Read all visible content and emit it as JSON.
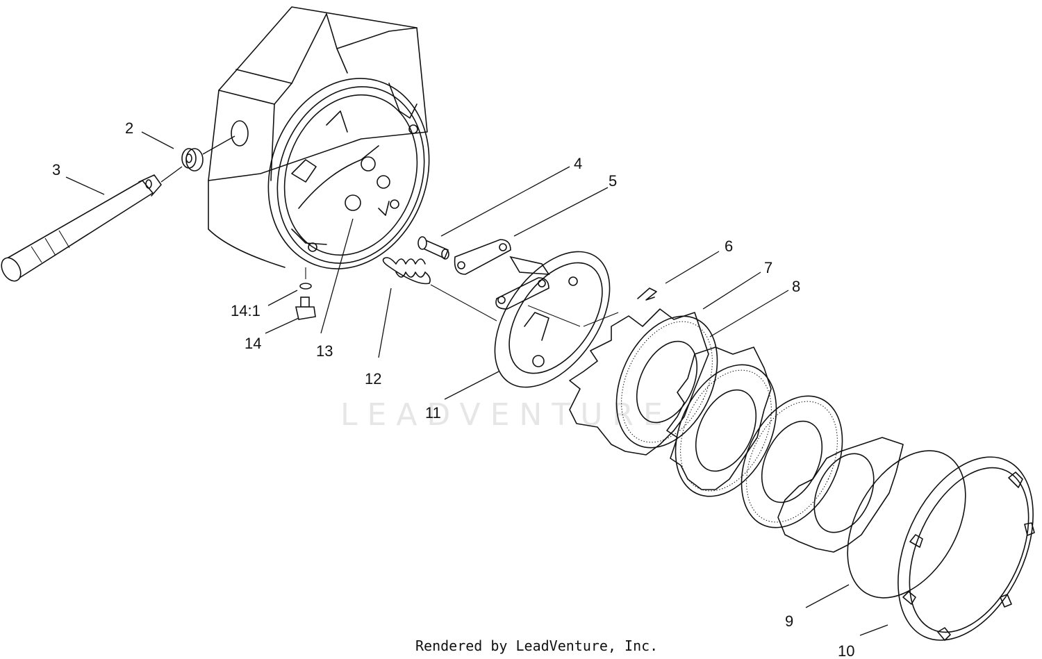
{
  "watermark": "LEADVENTURE",
  "credit": "Rendered by LeadVenture, Inc.",
  "callouts": [
    {
      "id": "2",
      "label": "2"
    },
    {
      "id": "3",
      "label": "3"
    },
    {
      "id": "4",
      "label": "4"
    },
    {
      "id": "5",
      "label": "5"
    },
    {
      "id": "6",
      "label": "6"
    },
    {
      "id": "7",
      "label": "7"
    },
    {
      "id": "8",
      "label": "8"
    },
    {
      "id": "9",
      "label": "9"
    },
    {
      "id": "10",
      "label": "10"
    },
    {
      "id": "11",
      "label": "11"
    },
    {
      "id": "12",
      "label": "12"
    },
    {
      "id": "13",
      "label": "13"
    },
    {
      "id": "14",
      "label": "14"
    },
    {
      "id": "14-1",
      "label": "14:1"
    }
  ]
}
